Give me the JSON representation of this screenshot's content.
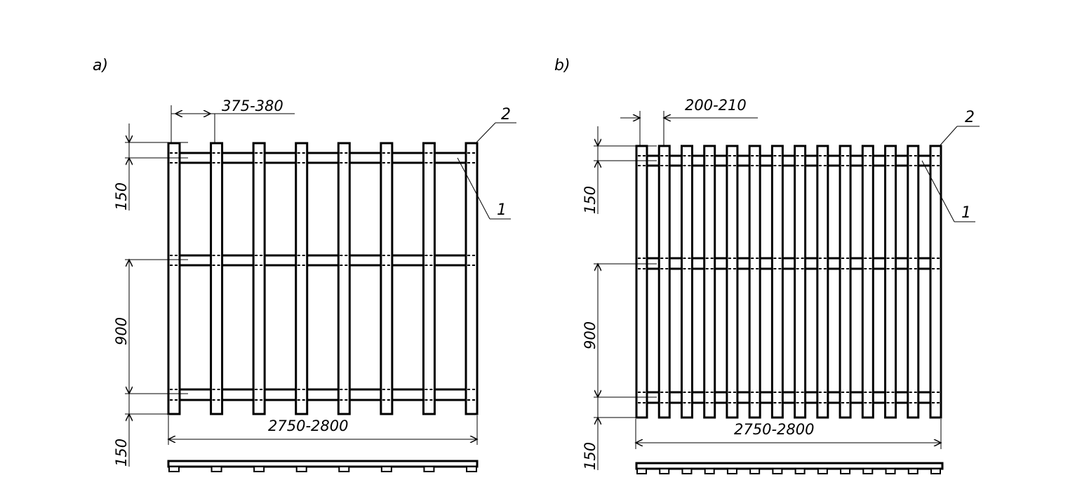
{
  "panels": [
    {
      "id": "a",
      "label": "a)",
      "slat_count": 8,
      "dim_spacing": "375-380",
      "dim_top": "150",
      "dim_middle": "900",
      "dim_bottom": "150",
      "dim_width": "2750-2800",
      "callout_top": "2",
      "callout_side": "1"
    },
    {
      "id": "b",
      "label": "b)",
      "slat_count": 14,
      "dim_spacing": "200-210",
      "dim_top": "150",
      "dim_middle": "900",
      "dim_bottom": "150",
      "dim_width": "2750-2800",
      "callout_top": "2",
      "callout_side": "1"
    }
  ]
}
